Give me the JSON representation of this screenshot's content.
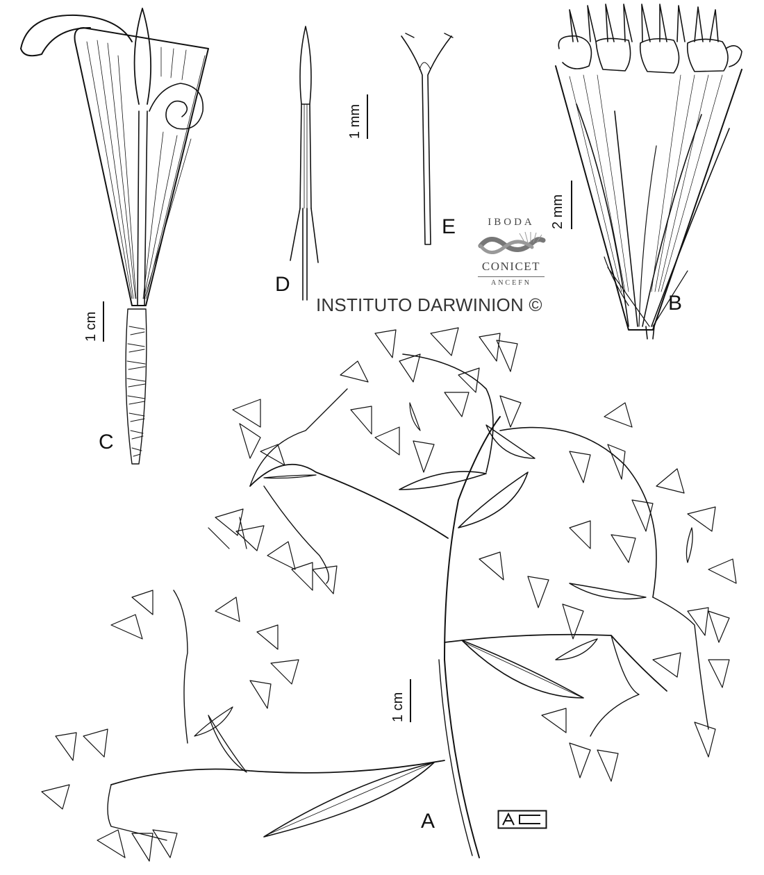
{
  "plate": {
    "panels": {
      "a": "A",
      "b": "B",
      "c": "C",
      "d": "D",
      "e": "E"
    },
    "scale_bars": {
      "c": "1 cm",
      "d_e": "1 mm",
      "b": "2 mm",
      "a": "1 cm"
    },
    "credit": "INSTITUTO DARWINION ©",
    "logo": {
      "top_text": "IBODA",
      "middle_text": "CONICET",
      "bottom_text": "ANCEFN"
    },
    "monogram_icon": "ac-monogram-icon",
    "colors": {
      "ink": "#111111",
      "paper": "#ffffff",
      "credit": "#333333"
    }
  }
}
